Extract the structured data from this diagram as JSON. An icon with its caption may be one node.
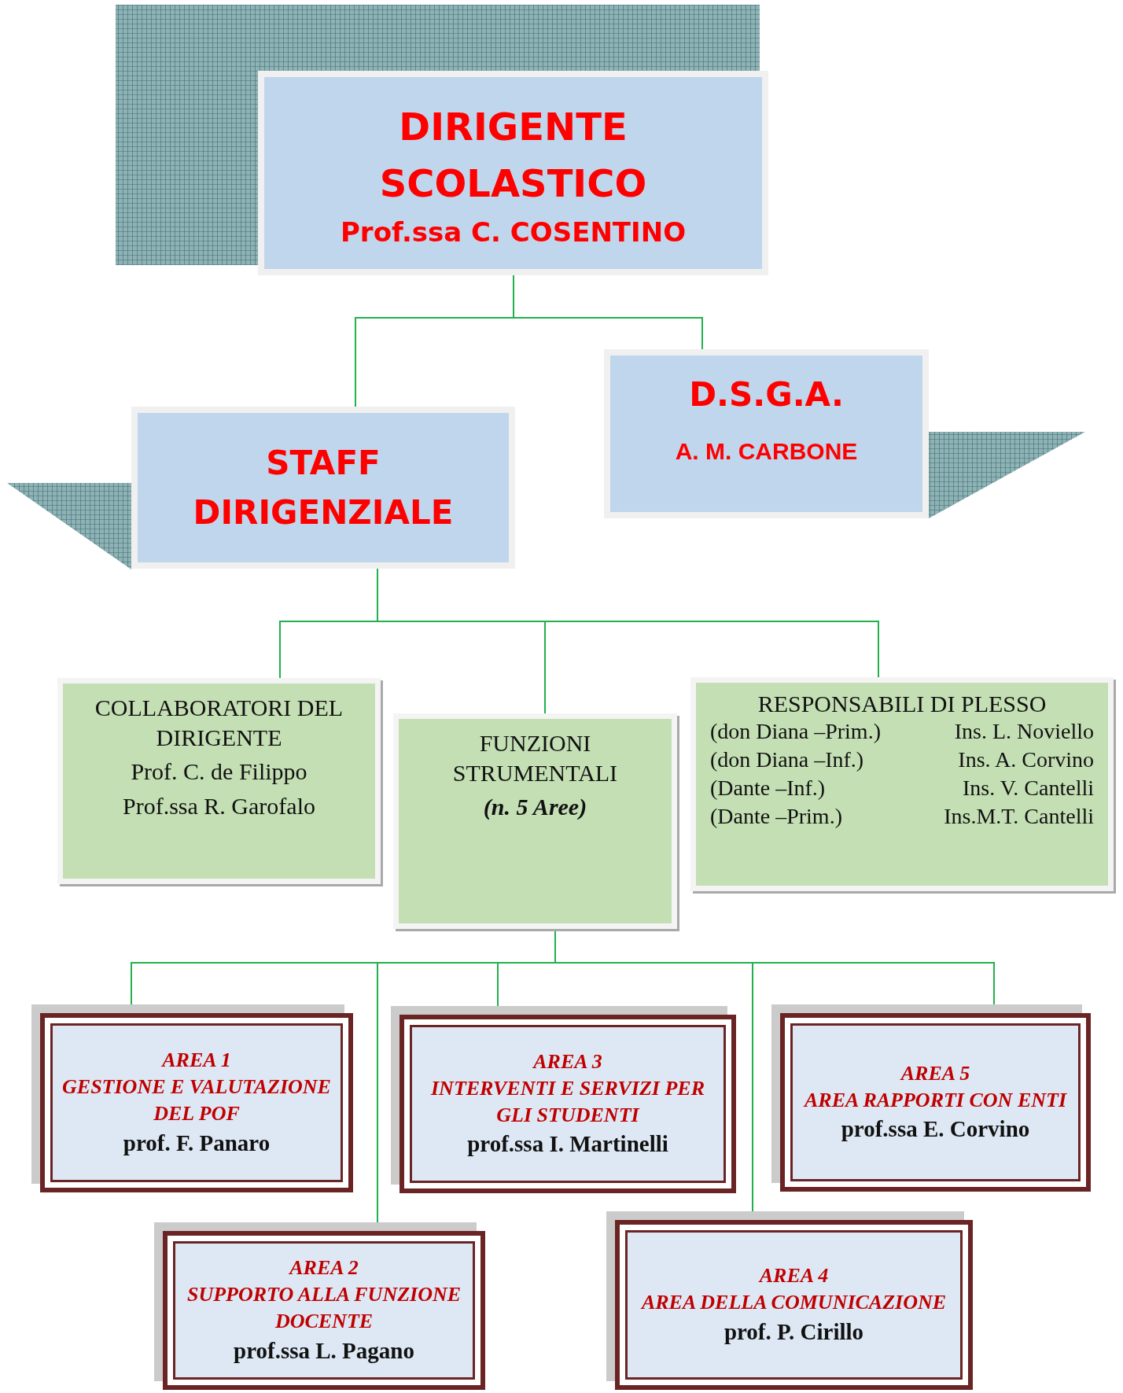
{
  "diagram": {
    "nodes": [
      {
        "text": [
          "DIRIGENTE SCOLASTICO",
          "Prof.ssa C. COSENTINO"
        ]
      },
      {
        "text": [
          "STAFF DIRIGENZIALE"
        ]
      },
      {
        "text": [
          "D.S.G.A.",
          "A. M. CARBONE"
        ]
      },
      {
        "text": [
          "COLLABORATORI DEL DIRIGENTE",
          "Prof. C. de Filippo",
          "Prof.ssa R. Garofalo"
        ]
      },
      {
        "text": [
          "FUNZIONI STRUMENTALI",
          "(n. 5  Aree)"
        ]
      },
      {
        "text": [
          "RESPONSABILI DI PLESSO",
          "(don Diana –Prim.)",
          "Ins. L. Noviello",
          "(don Diana –Inf.)",
          "Ins. A. Corvino",
          "(Dante –Inf.)",
          "Ins. V. Cantelli",
          "(Dante –Prim.)",
          "Ins.M.T. Cantelli"
        ]
      },
      {
        "text": [
          "AREA  1",
          "GESTIONE E VALUTAZIONE DEL POF",
          "prof.  F. Panaro"
        ]
      },
      {
        "text": [
          "AREA  3",
          "INTERVENTI E SERVIZI PER GLI STUDENTI",
          "prof.ssa I. Martinelli"
        ]
      },
      {
        "text": [
          "AREA  5",
          "AREA RAPPORTI CON ENTI",
          "prof.ssa  E. Corvino"
        ]
      },
      {
        "text": [
          "AREA  2",
          "SUPPORTO ALLA FUNZIONE DOCENTE",
          "prof.ssa  L. Pagano"
        ]
      },
      {
        "text": [
          "AREA  4",
          "AREA DELLA COMUNICAZIONE",
          "prof.  P. Cirillo"
        ]
      }
    ],
    "edges": [
      {
        "from": 0,
        "to": 1,
        "arrow": "none"
      },
      {
        "from": 0,
        "to": 2,
        "arrow": "none"
      },
      {
        "from": 1,
        "to": 3,
        "arrow": "none"
      },
      {
        "from": 1,
        "to": 4,
        "arrow": "none"
      },
      {
        "from": 1,
        "to": 5,
        "arrow": "none"
      },
      {
        "from": 4,
        "to": 6,
        "arrow": "none"
      },
      {
        "from": 4,
        "to": 9,
        "arrow": "none"
      },
      {
        "from": 4,
        "to": 7,
        "arrow": "none"
      },
      {
        "from": 4,
        "to": 10,
        "arrow": "none"
      },
      {
        "from": 4,
        "to": 8,
        "arrow": "none"
      }
    ]
  }
}
